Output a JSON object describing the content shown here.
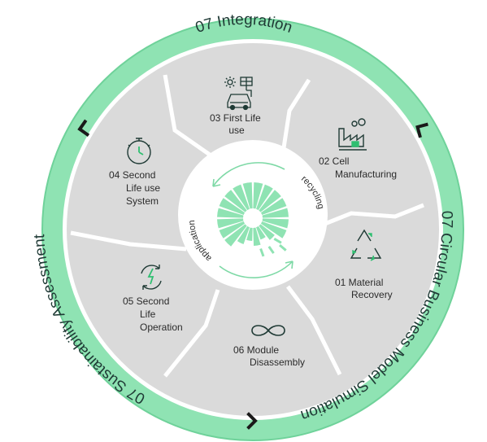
{
  "colors": {
    "ring": "#8fe3b3",
    "ring_edge": "#6fd29a",
    "segment": "#dadada",
    "segment_divider": "#ffffff",
    "icon": "#1f3a35",
    "icon_accent": "#2fbf71",
    "text": "#2b2b2b",
    "chevron": "#1a1a1a",
    "center": "#ffffff"
  },
  "ring_labels": {
    "top": "07 Integration",
    "right": "07 Circular Business Model Simulation",
    "left": "07 Sustainability Assessment"
  },
  "segments": [
    {
      "id": "first-life-use",
      "icon": "car-solar-icon",
      "lines": [
        "03 First Life",
        "use"
      ]
    },
    {
      "id": "cell-manufacturing",
      "icon": "factory-icon",
      "lines": [
        "02 Cell",
        "Manufacturing"
      ]
    },
    {
      "id": "material-recovery",
      "icon": "recycle-icon",
      "lines": [
        "01 Material",
        "Recovery"
      ]
    },
    {
      "id": "module-disassembly",
      "icon": "infinity-icon",
      "lines": [
        "06 Module",
        "Disassembly"
      ]
    },
    {
      "id": "second-life-operation",
      "icon": "battery-cycle-icon",
      "lines": [
        "05 Second",
        "Life",
        "Operation"
      ]
    },
    {
      "id": "second-life-use-system",
      "icon": "stopwatch-icon",
      "lines": [
        "04 Second",
        "Life use",
        "System"
      ]
    }
  ],
  "center": {
    "left_arc_label": "application",
    "right_arc_label": "recycling"
  },
  "chevrons": [
    "chevron-left-top-icon",
    "chevron-right-top-icon",
    "chevron-bottom-icon"
  ]
}
